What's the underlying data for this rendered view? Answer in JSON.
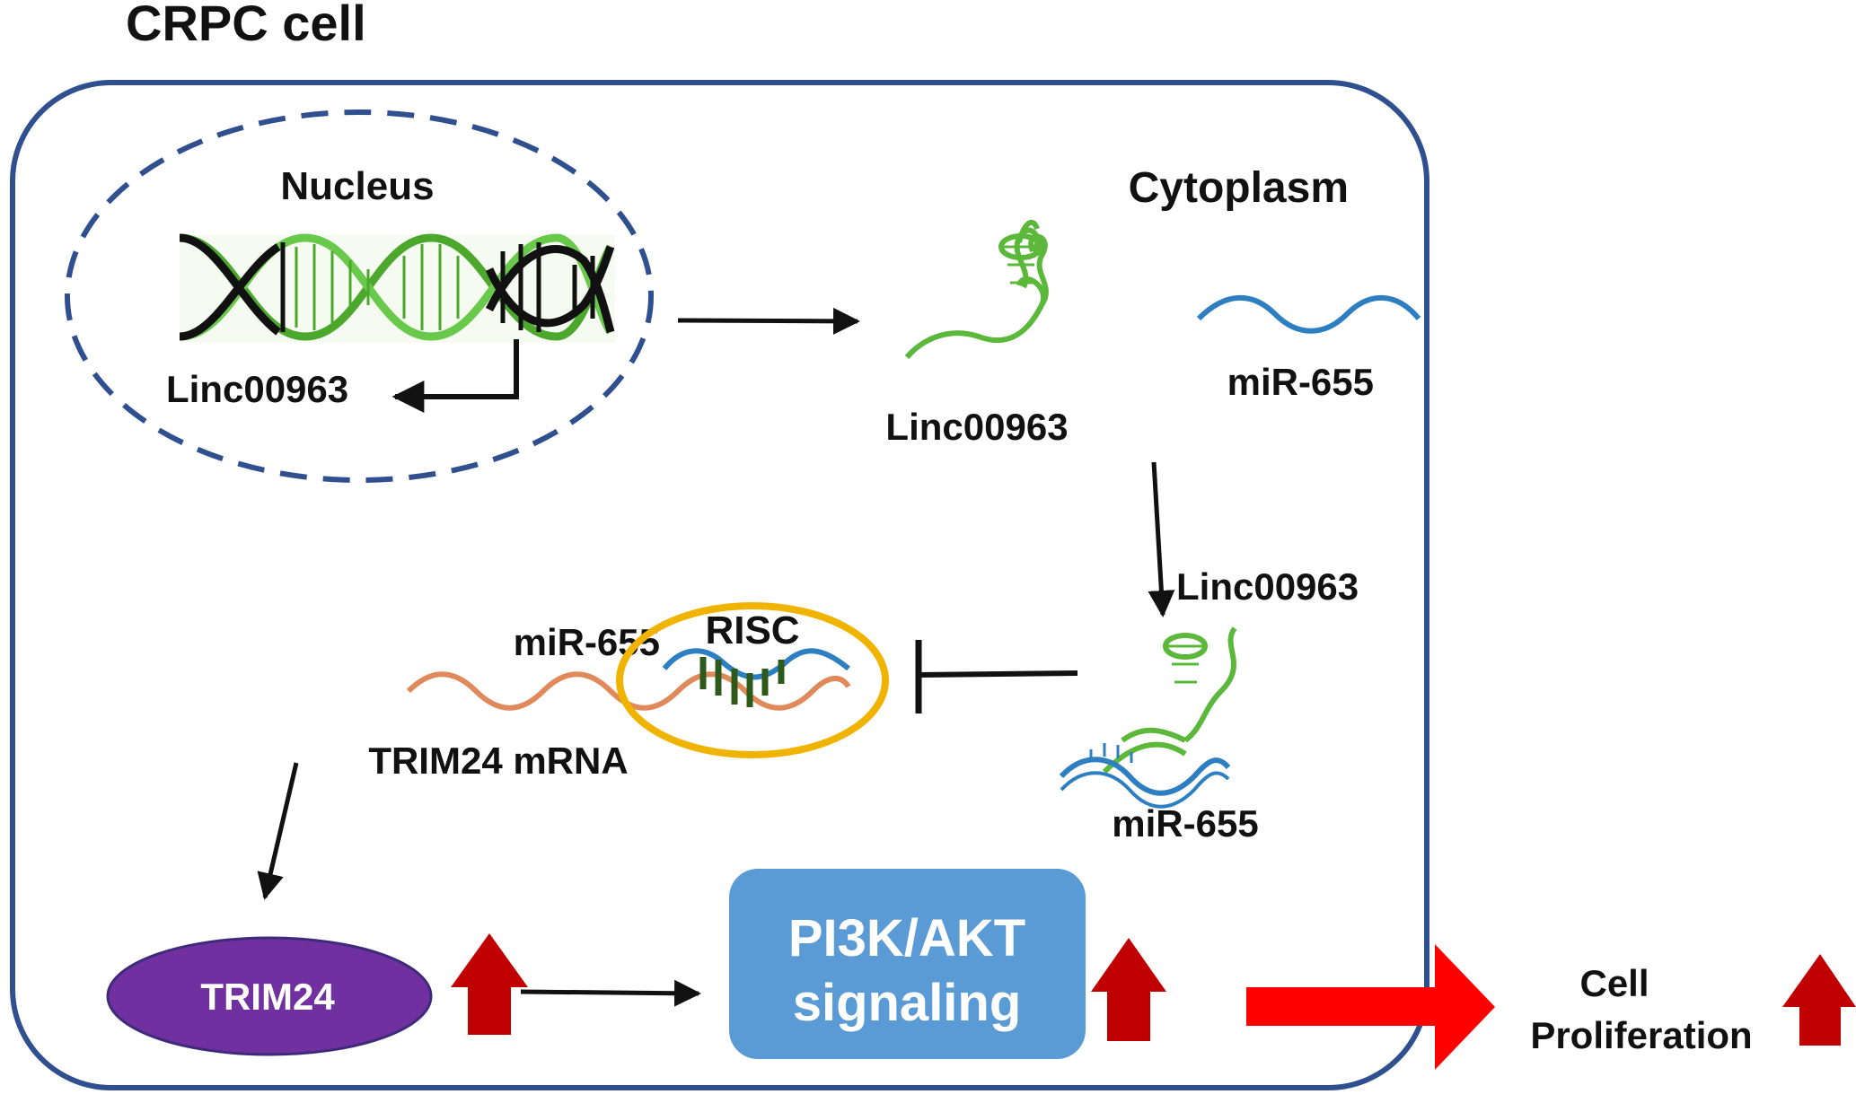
{
  "title": "CRPC cell",
  "labels": {
    "nucleus": "Nucleus",
    "cytoplasm": "Cytoplasm",
    "linc_nucleus": "Linc00963",
    "linc_cyto": "Linc00963",
    "mir_free": "miR-655",
    "linc_arrow": "Linc00963",
    "mir_bound": "miR-655",
    "mir_risc": "miR-655",
    "risc": "RISC",
    "trim24_mrna": "TRIM24 mRNA",
    "trim24": "TRIM24",
    "pi3k_line1": "PI3K/AKT",
    "pi3k_line2": "signaling",
    "cell_line1": "Cell",
    "cell_line2": "Proliferation"
  },
  "colors": {
    "cell_border": "#2f4f8f",
    "nucleus_border": "#2f4f8f",
    "rna_green": "#5cb83a",
    "mir_blue": "#2e7fc1",
    "mrna_orange": "#e0895a",
    "risc_ring": "#f0b400",
    "trim24_fill": "#7030a0",
    "pi3k_fill": "#5b9bd5",
    "up_arrow": "#c00000",
    "big_arrow": "#ff0000"
  }
}
